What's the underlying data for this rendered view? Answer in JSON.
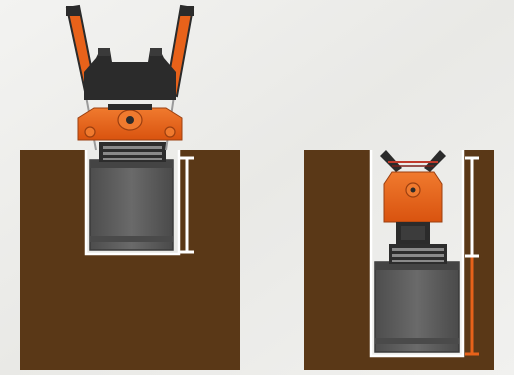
{
  "colors": {
    "background": "#efefed",
    "soil": "#5a3817",
    "trench_lining": "#ffffff",
    "shoring_box": "#5d5d5d",
    "attachment_orange": "#e8621a",
    "attachment_dark": "#2b2b2b",
    "depth_marker_white": "#ffffff",
    "depth_marker_orange": "#e8621a"
  },
  "panels": [
    {
      "id": "left",
      "shoring_box_state": "partially-inserted",
      "depth_marker_color": "white"
    },
    {
      "id": "right",
      "shoring_box_state": "fully-inserted",
      "depth_marker_color": "orange"
    }
  ],
  "icons": [
    "excavator-attachment-icon",
    "trench-shoring-box-icon",
    "depth-marker-icon"
  ]
}
